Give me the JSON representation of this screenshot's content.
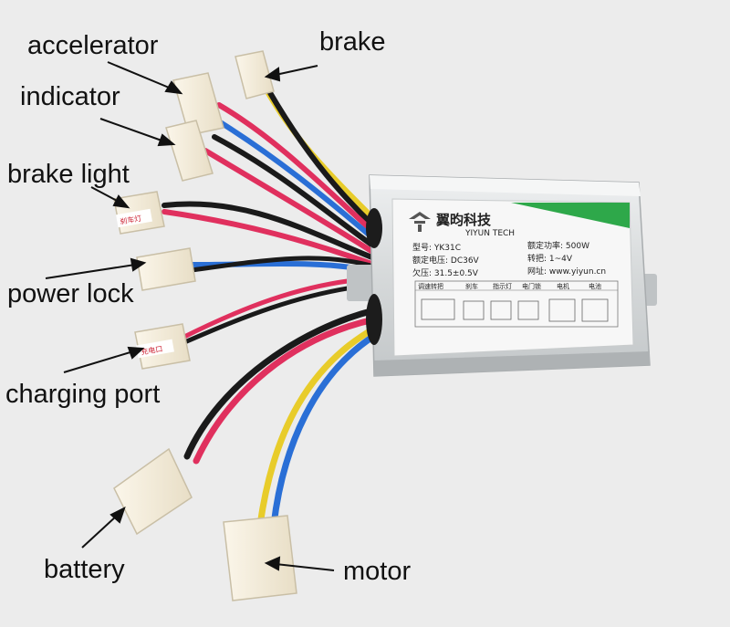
{
  "labels": {
    "accelerator": "accelerator",
    "brake": "brake",
    "indicator": "indicator",
    "brake_light": "brake light",
    "power_lock": "power lock",
    "charging_port": "charging port",
    "battery": "battery",
    "motor": "motor"
  },
  "controller": {
    "brand_cn": "翼昀科技",
    "brand_en": "YIYUN TECH",
    "model": "型号: YK31C",
    "rated_power": "额定功率: 500W",
    "rated_voltage": "额定电压: DC36V",
    "throttle": "转把: 1~4V",
    "undervoltage": "欠压: 31.5±0.5V",
    "website": "网址: www.yiyun.cn",
    "port_labels": [
      "调速转把",
      "刹车",
      "指示灯",
      "电门锁",
      "电机",
      "电池"
    ]
  },
  "tags": {
    "brake_light_tag": "刹车灯",
    "charging_tag": "充电口"
  },
  "colors": {
    "background": "#ececec",
    "housing": "#d9dcdd",
    "accent_green": "#2ea84a",
    "wire_red": "#e0305e",
    "wire_blue": "#2a6fd6",
    "wire_yellow": "#e8cc2a",
    "wire_black": "#1a1a1a",
    "connector": "#f2ead8"
  }
}
